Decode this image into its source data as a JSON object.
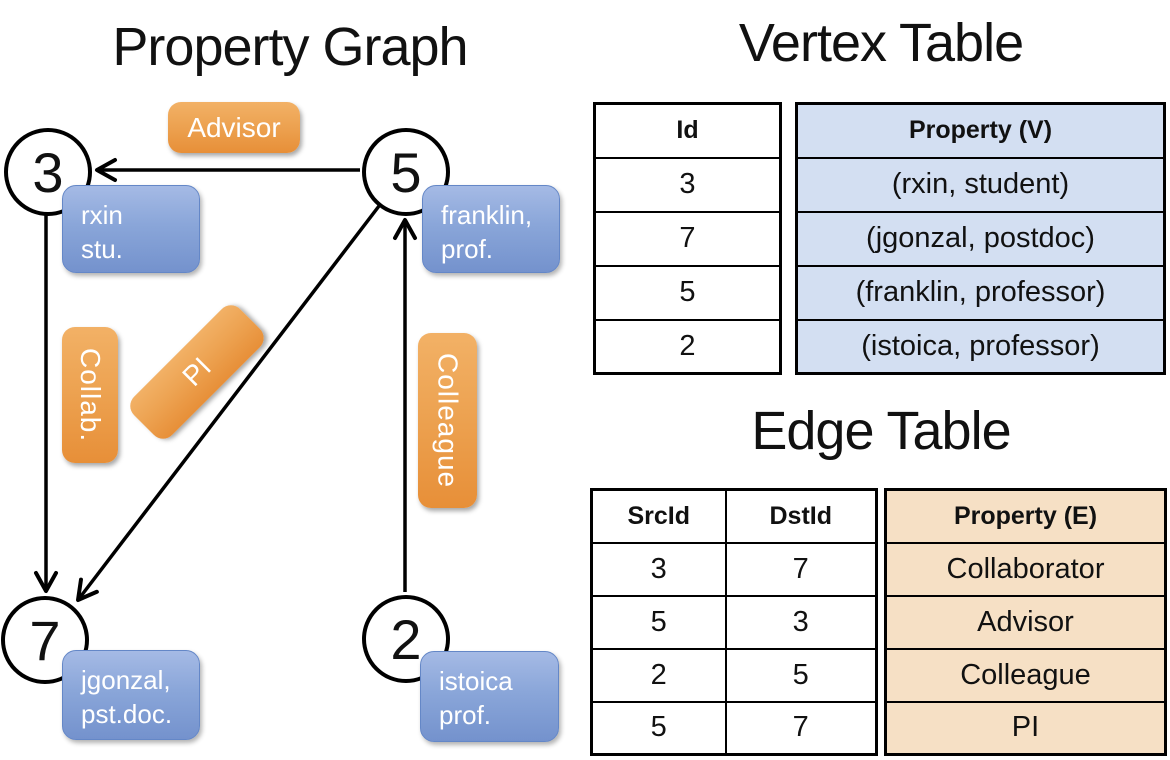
{
  "graph": {
    "title": "Property Graph",
    "nodes": {
      "n3": {
        "id": "3",
        "line1": "rxin",
        "line2": "stu."
      },
      "n5": {
        "id": "5",
        "line1": "franklin,",
        "line2": "prof."
      },
      "n7": {
        "id": "7",
        "line1": "jgonzal,",
        "line2": "pst.doc."
      },
      "n2": {
        "id": "2",
        "line1": "istoica",
        "line2": "prof."
      }
    },
    "edges": {
      "advisor": {
        "label": "Advisor",
        "from": "5",
        "to": "3"
      },
      "collab": {
        "label": "Collab.",
        "from": "3",
        "to": "7"
      },
      "pi": {
        "label": "PI",
        "from": "5",
        "to": "7"
      },
      "colleague": {
        "label": "Colleague",
        "from": "2",
        "to": "5"
      }
    }
  },
  "vertex_table": {
    "title": "Vertex Table",
    "headers": {
      "id": "Id",
      "property": "Property (V)"
    },
    "rows": [
      {
        "id": "3",
        "property": "(rxin, student)"
      },
      {
        "id": "7",
        "property": "(jgonzal, postdoc)"
      },
      {
        "id": "5",
        "property": "(franklin, professor)"
      },
      {
        "id": "2",
        "property": "(istoica, professor)"
      }
    ]
  },
  "edge_table": {
    "title": "Edge Table",
    "headers": {
      "src": "SrcId",
      "dst": "DstId",
      "property": "Property (E)"
    },
    "rows": [
      {
        "src": "3",
        "dst": "7",
        "property": "Collaborator"
      },
      {
        "src": "5",
        "dst": "3",
        "property": "Advisor"
      },
      {
        "src": "2",
        "dst": "5",
        "property": "Colleague"
      },
      {
        "src": "5",
        "dst": "7",
        "property": "PI"
      }
    ]
  },
  "colors": {
    "edge_label_orange_top": "#f2b166",
    "edge_label_orange_bottom": "#e78f38",
    "vertex_box_blue_top": "#a5bae5",
    "vertex_box_blue_bottom": "#7492cd",
    "vertex_table_fill": "#d3dff2",
    "edge_table_fill": "#f6e0c5",
    "line_color": "#000000"
  }
}
